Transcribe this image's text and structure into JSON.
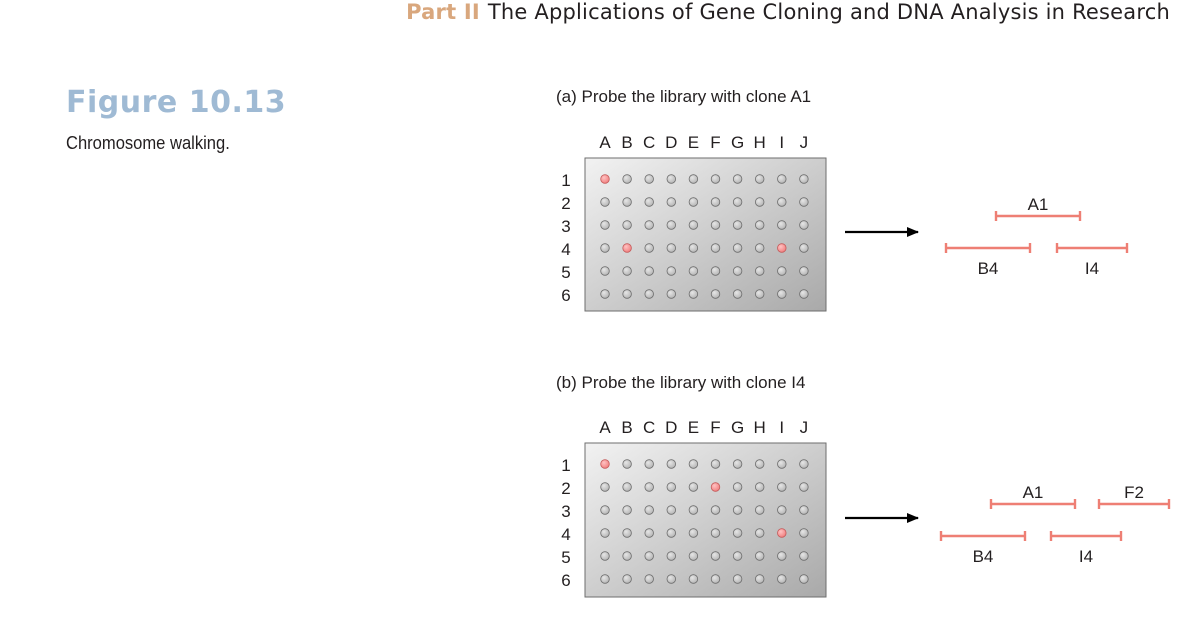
{
  "header": {
    "part": "Part II",
    "title": "The Applications of Gene Cloning and DNA Analysis in Research"
  },
  "figure": {
    "number": "Figure 10.13",
    "caption": "Chromosome walking."
  },
  "columns": [
    "A",
    "B",
    "C",
    "D",
    "E",
    "F",
    "G",
    "H",
    "I",
    "J"
  ],
  "rows": [
    "1",
    "2",
    "3",
    "4",
    "5",
    "6"
  ],
  "colors": {
    "well": "#b3b3b3",
    "positive": "#f07d7d",
    "clone": "#ee7f74",
    "plate": "#d4d4d4"
  },
  "panels": [
    {
      "label": "(a)  Probe the library with clone A1",
      "positives": [
        [
          0,
          0
        ],
        [
          1,
          3
        ],
        [
          8,
          3
        ]
      ],
      "clones": [
        {
          "name": "A1",
          "label_pos": "above"
        },
        {
          "name": "B4",
          "label_pos": "below"
        },
        {
          "name": "I4",
          "label_pos": "below"
        }
      ]
    },
    {
      "label": "(b)  Probe the library with clone I4",
      "positives": [
        [
          0,
          0
        ],
        [
          5,
          1
        ],
        [
          8,
          3
        ]
      ],
      "clones": [
        {
          "name": "A1",
          "label_pos": "above"
        },
        {
          "name": "F2",
          "label_pos": "above"
        },
        {
          "name": "B4",
          "label_pos": "below"
        },
        {
          "name": "I4",
          "label_pos": "below"
        }
      ]
    }
  ]
}
